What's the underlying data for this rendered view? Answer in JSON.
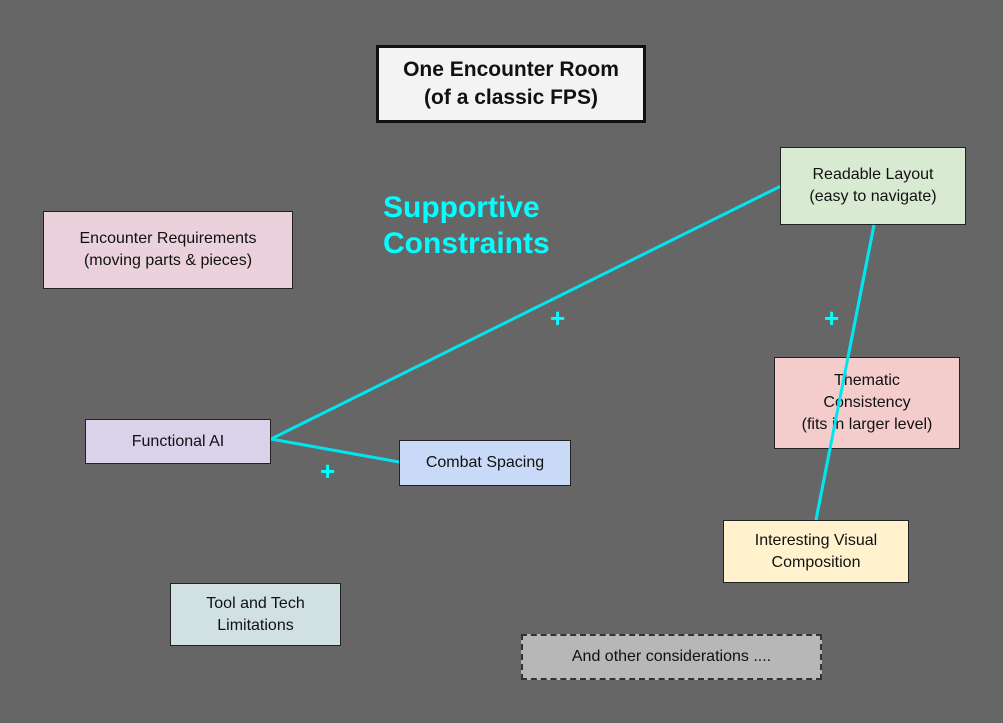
{
  "title": {
    "line1": "One Encounter Room",
    "line2": "(of a classic FPS)"
  },
  "heading": {
    "line1": "Supportive",
    "line2": "Constraints"
  },
  "plus_symbol": "+",
  "nodes": {
    "encounter_requirements": {
      "line1": "Encounter Requirements",
      "line2": "(moving parts & pieces)",
      "color": "#ead1dc"
    },
    "functional_ai": {
      "line1": "Functional AI",
      "color": "#d9d2e9"
    },
    "combat_spacing": {
      "line1": "Combat Spacing",
      "color": "#c9daf8"
    },
    "tool_tech": {
      "line1": "Tool and Tech",
      "line2": "Limitations",
      "color": "#d0e0e3"
    },
    "readable_layout": {
      "line1": "Readable Layout",
      "line2": "(easy to navigate)",
      "color": "#d9ead3"
    },
    "thematic_consistency": {
      "line1": "Thematic",
      "line2": "Consistency",
      "line3": "(fits in larger level)",
      "color": "#f4cccc"
    },
    "visual_composition": {
      "line1": "Interesting Visual",
      "line2": "Composition",
      "color": "#fff2cc"
    },
    "other_considerations": {
      "line1": "And other considerations ....",
      "color": "#b7b7b7"
    }
  },
  "connector_color": "#00e5ee",
  "edges": [
    {
      "from": "functional_ai",
      "to": "readable_layout",
      "label": "+"
    },
    {
      "from": "functional_ai",
      "to": "combat_spacing",
      "label": "+"
    },
    {
      "from": "readable_layout",
      "to": "visual_composition",
      "label": "+"
    }
  ]
}
